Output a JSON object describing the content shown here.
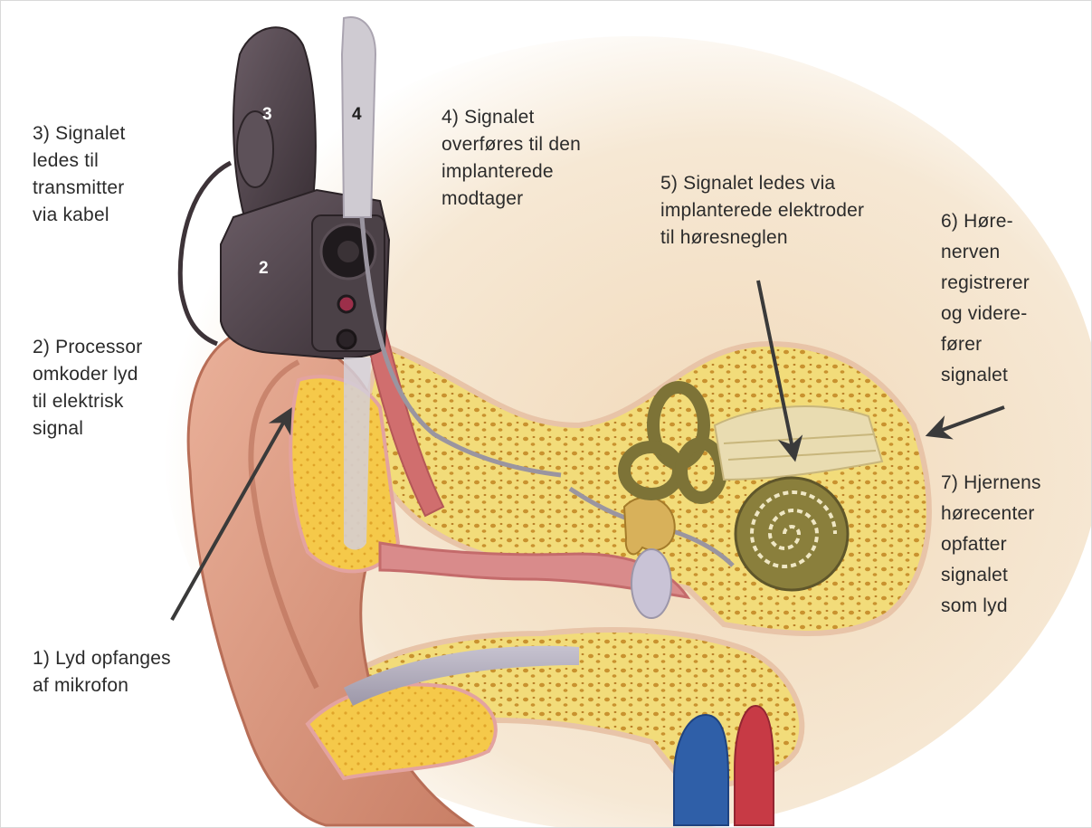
{
  "labels": {
    "step1": "1) Lyd opfanges\naf mikrofon",
    "step2": "2) Processor\nomkoder lyd\ntil elektrisk\nsignal",
    "step3": "3) Signalet\nledes til\ntransmitter\nvia kabel",
    "step4": "4) Signalet\noverføres til den\nimplanterede\nmodtager",
    "step5": "5) Signalet ledes via\nimplanterede elektroder\ntil høresneglen",
    "step6": "6) Høre-\nnerven\nregistrerer\nog videre-\nfører\nsignalet",
    "step7": "7) Hjernens\nhørecenter\nopfatter\nsignalet\nsom lyd"
  },
  "device_numbers": {
    "processor": "2",
    "transmitter": "3",
    "implant": "4"
  },
  "colors": {
    "skin": "#e8a98e",
    "skin_shadow": "#c97f66",
    "bone": "#f2dc7a",
    "bone_pores": "#c9922f",
    "device": "#4a3f45",
    "cochlea": "#8a7f3c",
    "artery": "#c73a45",
    "vein": "#2f5fa8",
    "arrow": "#3a3a3a"
  }
}
